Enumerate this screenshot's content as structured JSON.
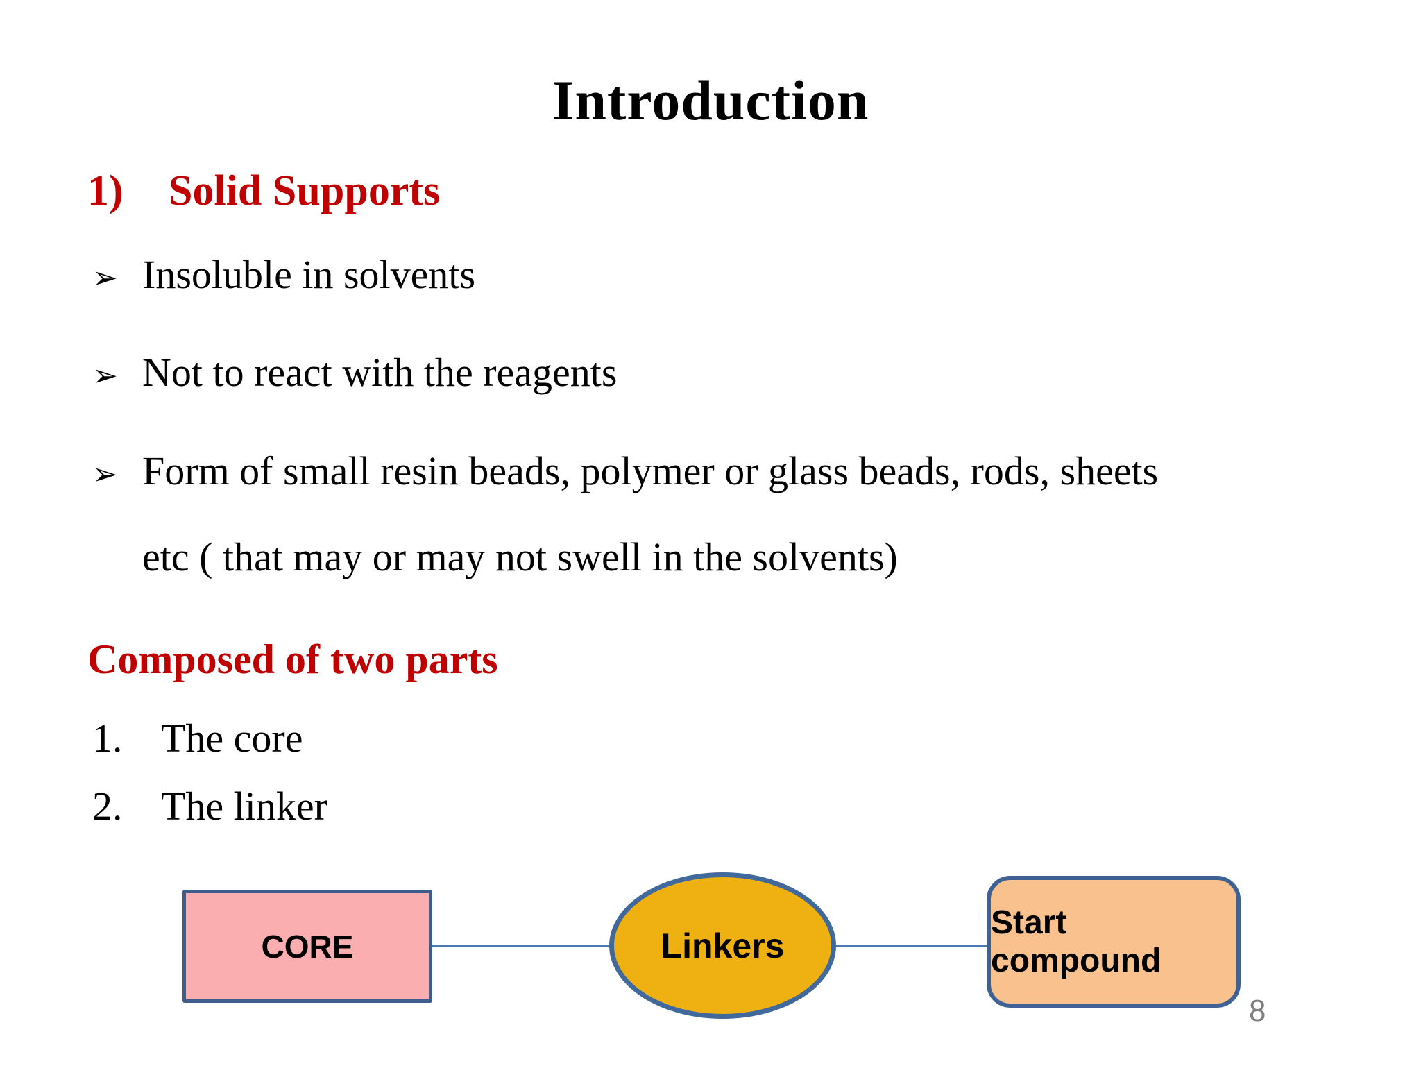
{
  "slide": {
    "title": "Introduction",
    "section1": {
      "number": "1)",
      "text": "Solid Supports"
    },
    "bullet_marker": "➢",
    "bullets": [
      {
        "text": "Insoluble in solvents"
      },
      {
        "text": "Not to react with the reagents"
      },
      {
        "text": "Form of small resin beads, polymer or glass beads, rods, sheets",
        "text2": "etc ( that may or may not swell in the solvents)"
      }
    ],
    "section2": {
      "text": "Composed of two parts"
    },
    "numbered_items": [
      {
        "number": "1.",
        "text": "The core"
      },
      {
        "number": "2.",
        "text": "The linker"
      }
    ],
    "diagram": {
      "core": {
        "label": "CORE",
        "fill": "#FBAEB0",
        "border": "#3D5E8C"
      },
      "linkers": {
        "label": "Linkers",
        "fill": "#EFB111",
        "border": "#41699B"
      },
      "start": {
        "label": "Start compound",
        "fill": "#F9C18D",
        "border": "#3D6293"
      },
      "connector_color": "#4C79AF"
    },
    "page_number": "8",
    "accent_red": "#C00000"
  }
}
